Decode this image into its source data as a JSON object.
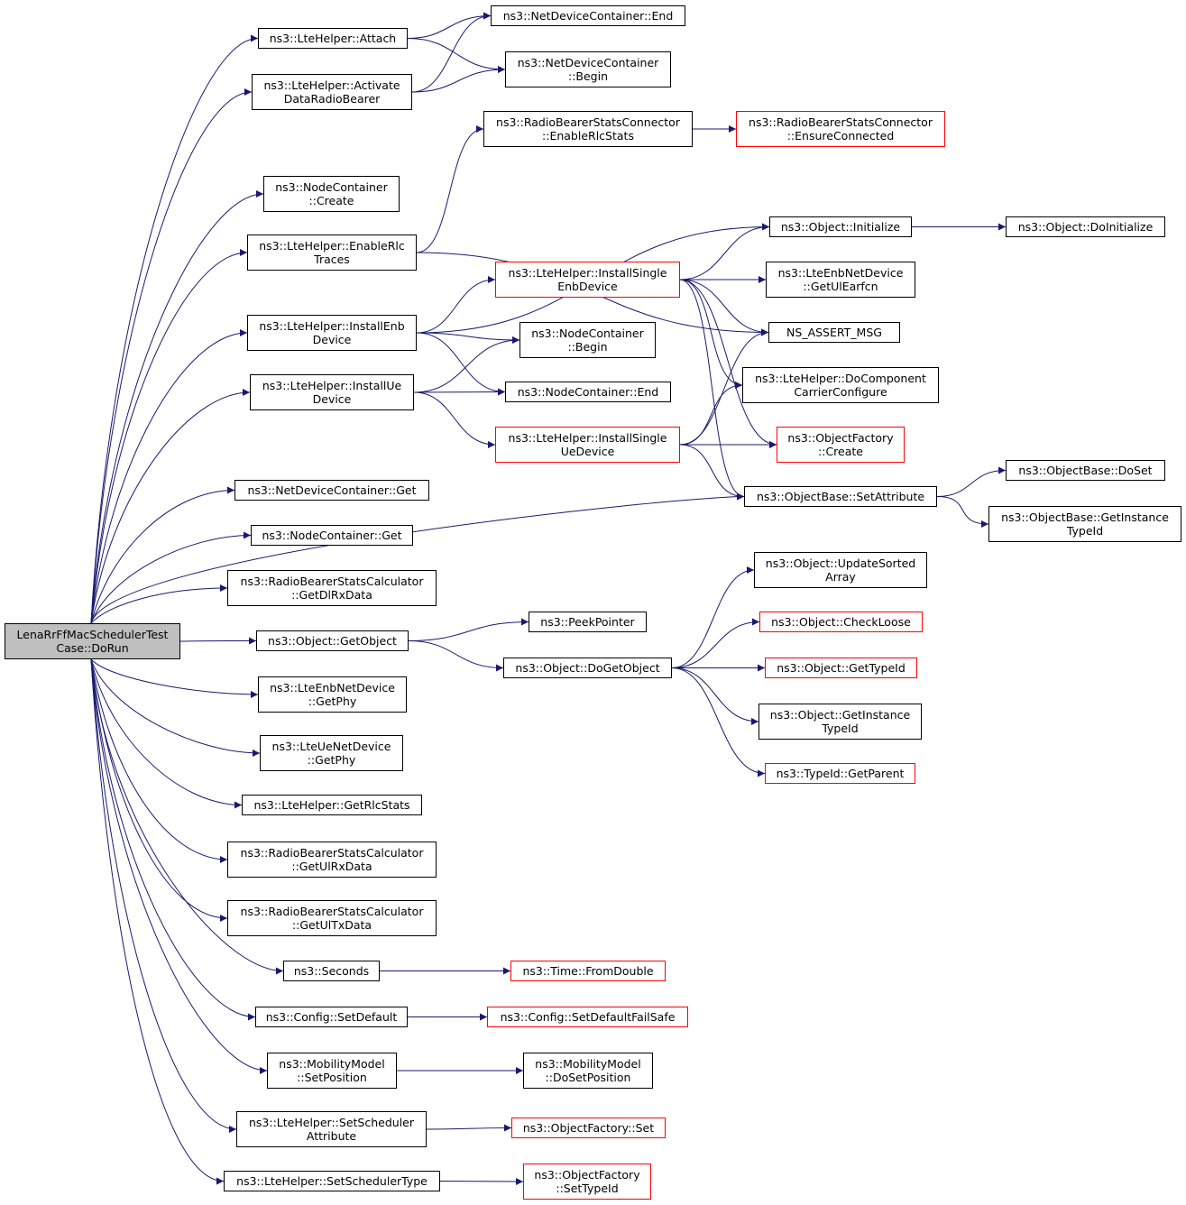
{
  "colors": {
    "edge": "#191970",
    "box_border": "#000000",
    "box_border_truncated": "#ff0000",
    "root_fill": "#bfbfbf"
  },
  "nodes": [
    {
      "id": "root",
      "label": "LenaRrFfMacSchedulerTest\nCase::DoRun",
      "style": "root"
    },
    {
      "id": "attach",
      "label": "ns3::LteHelper::Attach",
      "style": "normal"
    },
    {
      "id": "ndc_end",
      "label": "ns3::NetDeviceContainer::End",
      "style": "normal"
    },
    {
      "id": "ndc_begin",
      "label": "ns3::NetDeviceContainer\n::Begin",
      "style": "normal"
    },
    {
      "id": "activate",
      "label": "ns3::LteHelper::Activate\nDataRadioBearer",
      "style": "normal"
    },
    {
      "id": "rbsc_enable",
      "label": "ns3::RadioBearerStatsConnector\n::EnableRlcStats",
      "style": "normal"
    },
    {
      "id": "rbsc_ensure",
      "label": "ns3::RadioBearerStatsConnector\n::EnsureConnected",
      "style": "truncated"
    },
    {
      "id": "nc_create",
      "label": "ns3::NodeContainer\n::Create",
      "style": "normal"
    },
    {
      "id": "enablerlc",
      "label": "ns3::LteHelper::EnableRlc\nTraces",
      "style": "normal"
    },
    {
      "id": "obj_init",
      "label": "ns3::Object::Initialize",
      "style": "normal"
    },
    {
      "id": "obj_doinit",
      "label": "ns3::Object::DoInitialize",
      "style": "normal"
    },
    {
      "id": "isenb",
      "label": "ns3::LteHelper::InstallSingle\nEnbDevice",
      "style": "truncated"
    },
    {
      "id": "getulearfcn",
      "label": "ns3::LteEnbNetDevice\n::GetUlEarfcn",
      "style": "normal"
    },
    {
      "id": "installenb",
      "label": "ns3::LteHelper::InstallEnb\nDevice",
      "style": "normal"
    },
    {
      "id": "nc_begin",
      "label": "ns3::NodeContainer\n::Begin",
      "style": "normal"
    },
    {
      "id": "assert",
      "label": "NS_ASSERT_MSG",
      "style": "normal"
    },
    {
      "id": "installue",
      "label": "ns3::LteHelper::InstallUe\nDevice",
      "style": "normal"
    },
    {
      "id": "nc_end",
      "label": "ns3::NodeContainer::End",
      "style": "normal"
    },
    {
      "id": "docc",
      "label": "ns3::LteHelper::DoComponent\nCarrierConfigure",
      "style": "normal"
    },
    {
      "id": "isue",
      "label": "ns3::LteHelper::InstallSingle\nUeDevice",
      "style": "truncated"
    },
    {
      "id": "of_create",
      "label": "ns3::ObjectFactory\n::Create",
      "style": "truncated"
    },
    {
      "id": "ob_doset",
      "label": "ns3::ObjectBase::DoSet",
      "style": "normal"
    },
    {
      "id": "ndc_get",
      "label": "ns3::NetDeviceContainer::Get",
      "style": "normal"
    },
    {
      "id": "ob_setattr",
      "label": "ns3::ObjectBase::SetAttribute",
      "style": "normal"
    },
    {
      "id": "ob_getinst",
      "label": "ns3::ObjectBase::GetInstance\nTypeId",
      "style": "normal"
    },
    {
      "id": "nc_get",
      "label": "ns3::NodeContainer::Get",
      "style": "normal"
    },
    {
      "id": "obj_upd",
      "label": "ns3::Object::UpdateSorted\nArray",
      "style": "normal"
    },
    {
      "id": "getdlrx",
      "label": "ns3::RadioBearerStatsCalculator\n::GetDlRxData",
      "style": "normal"
    },
    {
      "id": "obj_checkloose",
      "label": "ns3::Object::CheckLoose",
      "style": "truncated"
    },
    {
      "id": "peek",
      "label": "ns3::PeekPointer",
      "style": "normal"
    },
    {
      "id": "getobject",
      "label": "ns3::Object::GetObject",
      "style": "normal"
    },
    {
      "id": "dogetobject",
      "label": "ns3::Object::DoGetObject",
      "style": "normal"
    },
    {
      "id": "obj_gettypeid",
      "label": "ns3::Object::GetTypeId",
      "style": "truncated"
    },
    {
      "id": "enb_getphy",
      "label": "ns3::LteEnbNetDevice\n::GetPhy",
      "style": "normal"
    },
    {
      "id": "obj_getinst",
      "label": "ns3::Object::GetInstance\nTypeId",
      "style": "normal"
    },
    {
      "id": "ue_getphy",
      "label": "ns3::LteUeNetDevice\n::GetPhy",
      "style": "normal"
    },
    {
      "id": "tid_parent",
      "label": "ns3::TypeId::GetParent",
      "style": "truncated"
    },
    {
      "id": "getrlcstats",
      "label": "ns3::LteHelper::GetRlcStats",
      "style": "normal"
    },
    {
      "id": "getulrx",
      "label": "ns3::RadioBearerStatsCalculator\n::GetUlRxData",
      "style": "normal"
    },
    {
      "id": "getultx",
      "label": "ns3::RadioBearerStatsCalculator\n::GetUlTxData",
      "style": "normal"
    },
    {
      "id": "seconds",
      "label": "ns3::Seconds",
      "style": "normal"
    },
    {
      "id": "fromdouble",
      "label": "ns3::Time::FromDouble",
      "style": "truncated"
    },
    {
      "id": "setdefault",
      "label": "ns3::Config::SetDefault",
      "style": "normal"
    },
    {
      "id": "setdefaultfs",
      "label": "ns3::Config::SetDefaultFailSafe",
      "style": "truncated"
    },
    {
      "id": "setposition",
      "label": "ns3::MobilityModel\n::SetPosition",
      "style": "normal"
    },
    {
      "id": "dosetposition",
      "label": "ns3::MobilityModel\n::DoSetPosition",
      "style": "normal"
    },
    {
      "id": "setschedattr",
      "label": "ns3::LteHelper::SetScheduler\nAttribute",
      "style": "normal"
    },
    {
      "id": "of_set",
      "label": "ns3::ObjectFactory::Set",
      "style": "truncated"
    },
    {
      "id": "setschedtype",
      "label": "ns3::LteHelper::SetSchedulerType",
      "style": "normal"
    },
    {
      "id": "of_settypeid",
      "label": "ns3::ObjectFactory\n::SetTypeId",
      "style": "truncated"
    }
  ],
  "edges": [
    [
      "root",
      "attach"
    ],
    [
      "root",
      "activate"
    ],
    [
      "root",
      "nc_create"
    ],
    [
      "root",
      "enablerlc"
    ],
    [
      "root",
      "installenb"
    ],
    [
      "root",
      "installue"
    ],
    [
      "root",
      "ob_setattr"
    ],
    [
      "root",
      "ndc_get"
    ],
    [
      "root",
      "nc_get"
    ],
    [
      "root",
      "getdlrx"
    ],
    [
      "root",
      "getobject"
    ],
    [
      "root",
      "enb_getphy"
    ],
    [
      "root",
      "ue_getphy"
    ],
    [
      "root",
      "getrlcstats"
    ],
    [
      "root",
      "getulrx"
    ],
    [
      "root",
      "getultx"
    ],
    [
      "root",
      "seconds"
    ],
    [
      "root",
      "setdefault"
    ],
    [
      "root",
      "setposition"
    ],
    [
      "root",
      "setschedattr"
    ],
    [
      "root",
      "setschedtype"
    ],
    [
      "attach",
      "ndc_end"
    ],
    [
      "attach",
      "ndc_begin"
    ],
    [
      "activate",
      "ndc_end"
    ],
    [
      "activate",
      "ndc_begin"
    ],
    [
      "enablerlc",
      "rbsc_enable"
    ],
    [
      "enablerlc",
      "assert"
    ],
    [
      "rbsc_enable",
      "rbsc_ensure"
    ],
    [
      "installenb",
      "obj_init"
    ],
    [
      "installenb",
      "isenb"
    ],
    [
      "installenb",
      "nc_begin"
    ],
    [
      "installenb",
      "nc_end"
    ],
    [
      "installue",
      "nc_begin"
    ],
    [
      "installue",
      "nc_end"
    ],
    [
      "installue",
      "isue"
    ],
    [
      "isenb",
      "obj_init"
    ],
    [
      "isenb",
      "getulearfcn"
    ],
    [
      "isenb",
      "assert"
    ],
    [
      "isenb",
      "docc"
    ],
    [
      "isenb",
      "of_create"
    ],
    [
      "isenb",
      "ob_setattr"
    ],
    [
      "isue",
      "assert"
    ],
    [
      "isue",
      "docc"
    ],
    [
      "isue",
      "of_create"
    ],
    [
      "isue",
      "ob_setattr"
    ],
    [
      "obj_init",
      "obj_doinit"
    ],
    [
      "ob_setattr",
      "ob_doset"
    ],
    [
      "ob_setattr",
      "ob_getinst"
    ],
    [
      "getobject",
      "peek"
    ],
    [
      "getobject",
      "dogetobject"
    ],
    [
      "dogetobject",
      "obj_upd"
    ],
    [
      "dogetobject",
      "obj_checkloose"
    ],
    [
      "dogetobject",
      "obj_gettypeid"
    ],
    [
      "dogetobject",
      "obj_getinst"
    ],
    [
      "dogetobject",
      "tid_parent"
    ],
    [
      "seconds",
      "fromdouble"
    ],
    [
      "setdefault",
      "setdefaultfs"
    ],
    [
      "setposition",
      "dosetposition"
    ],
    [
      "setschedattr",
      "of_set"
    ],
    [
      "setschedtype",
      "of_settypeid"
    ]
  ]
}
